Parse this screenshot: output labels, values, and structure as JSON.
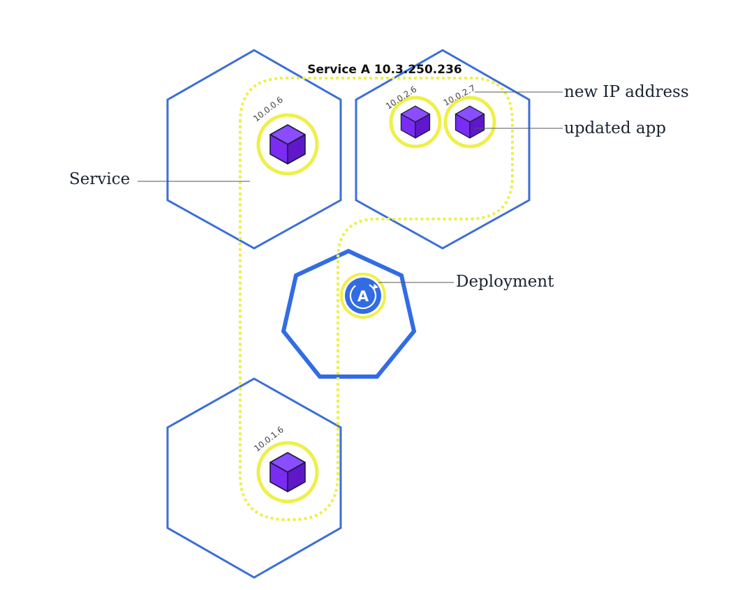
{
  "service": {
    "title": "Service A 10.3.250.236"
  },
  "callouts": {
    "service": "Service",
    "new_ip": "new IP address",
    "updated_app": "updated app",
    "deployment": "Deployment"
  },
  "pods": [
    {
      "ip": "10.0.0.6"
    },
    {
      "ip": "10.0.2.6"
    },
    {
      "ip": "10.0.2.7"
    },
    {
      "ip": "10.0.1.6"
    }
  ],
  "deployment_badge": {
    "letter": "A"
  },
  "colors": {
    "node_stroke": "#3b6fd6",
    "deployment_stroke": "#326ce5",
    "service_path": "#eef04a",
    "pod_ring": "#eef04a",
    "cube": "#7a2cf2"
  }
}
